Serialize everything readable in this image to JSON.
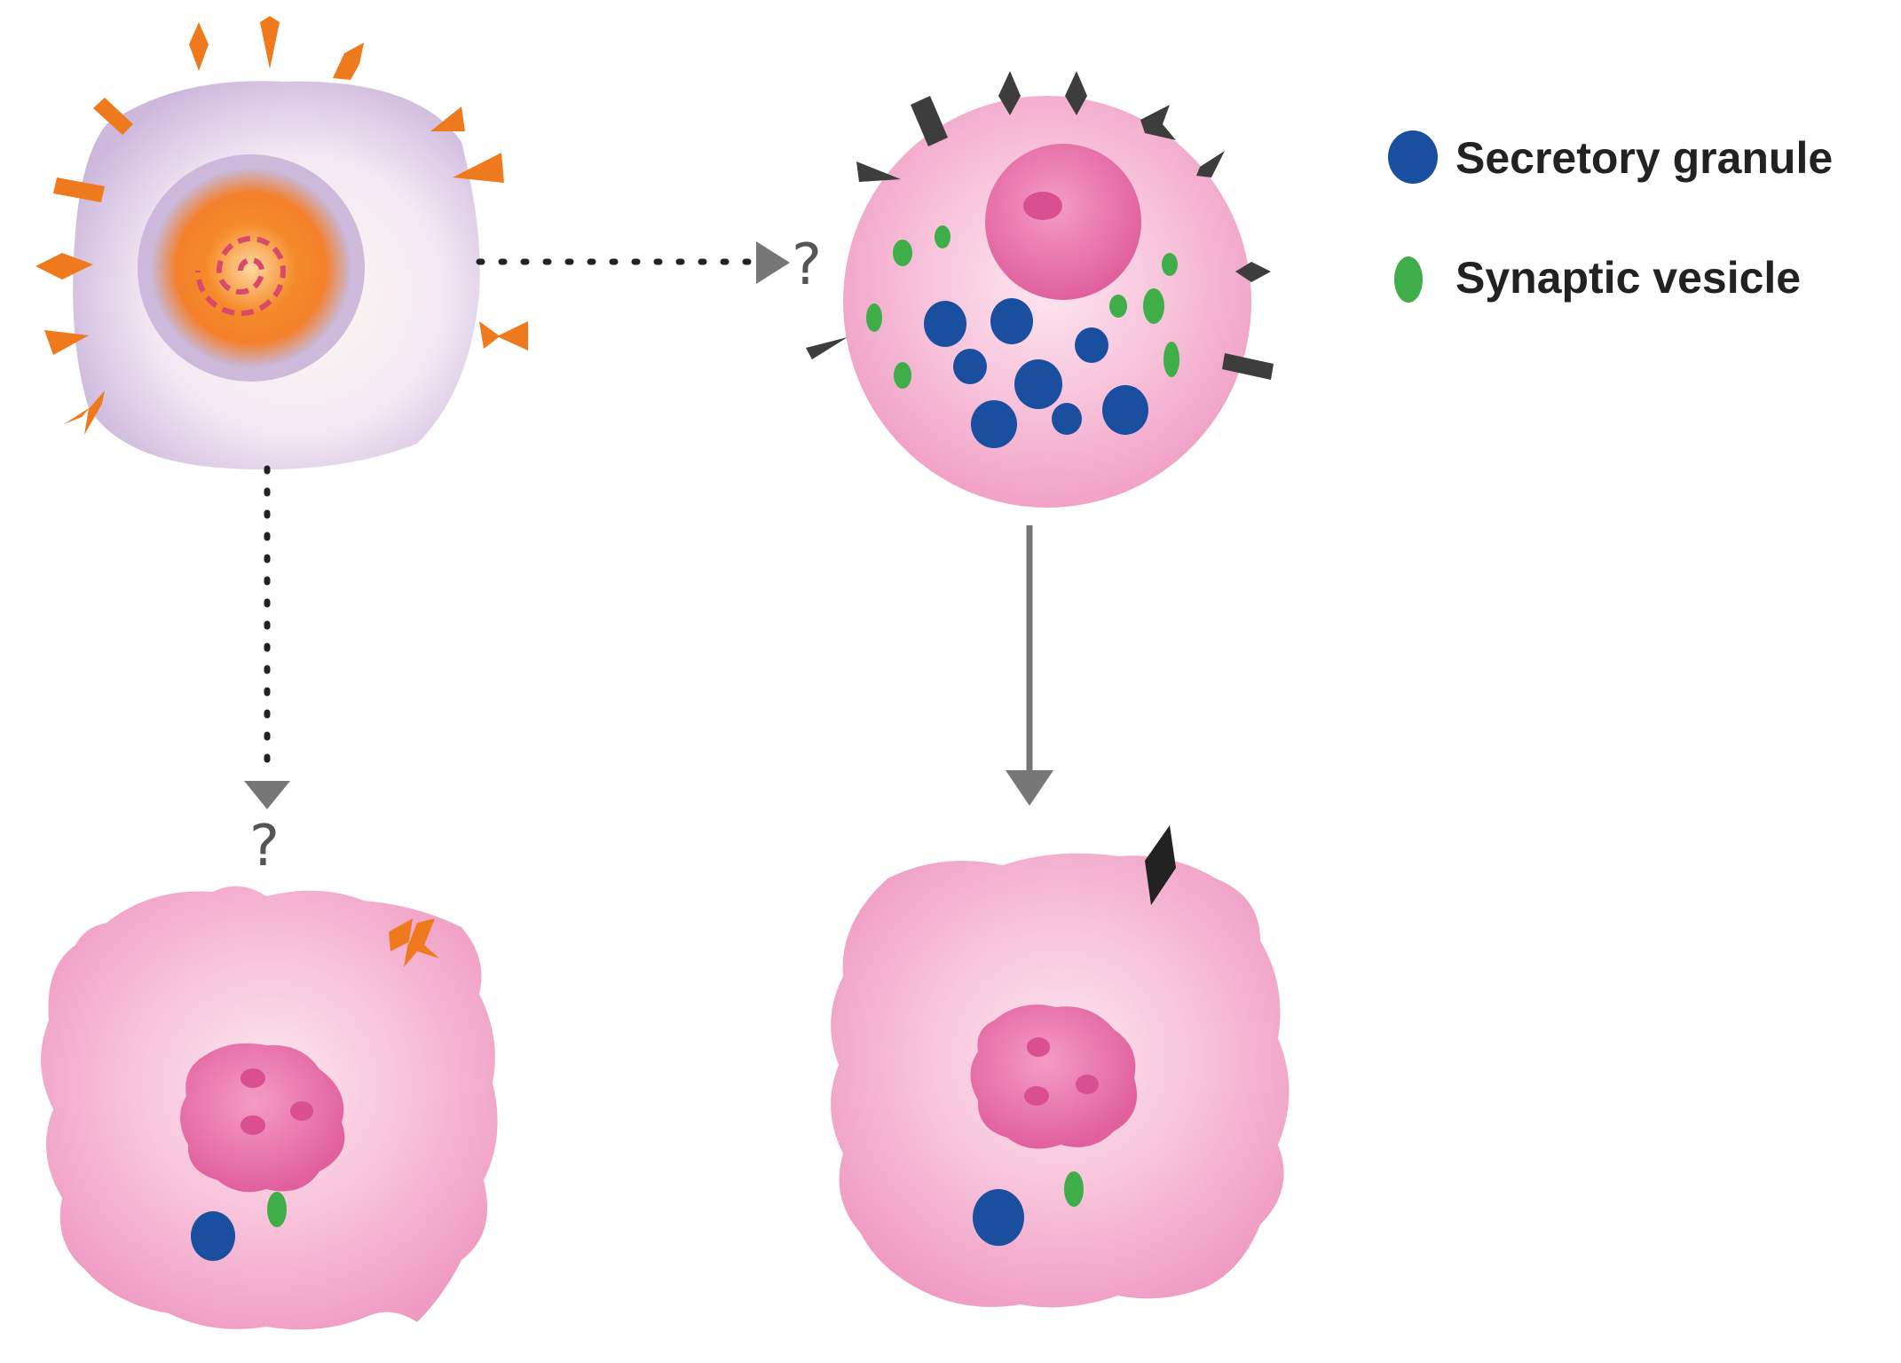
{
  "legend": {
    "items": [
      {
        "label": "Secretory granule",
        "color": "#1a4fa0",
        "icon": "blue-circle"
      },
      {
        "label": "Synaptic vesicle",
        "color": "#3fae49",
        "icon": "green-ellipse"
      }
    ]
  },
  "arrows": {
    "horizontal_question": "?",
    "vertical_question": "?"
  },
  "colors": {
    "receptor_orange": "#ee7a1d",
    "receptor_dark": "#3d3d3d",
    "cell_pink": "#f2a8cb",
    "nucleus_pink": "#e36fa6",
    "stem_cell_lavender": "#efe4f2",
    "arrow_gray": "#777777"
  }
}
